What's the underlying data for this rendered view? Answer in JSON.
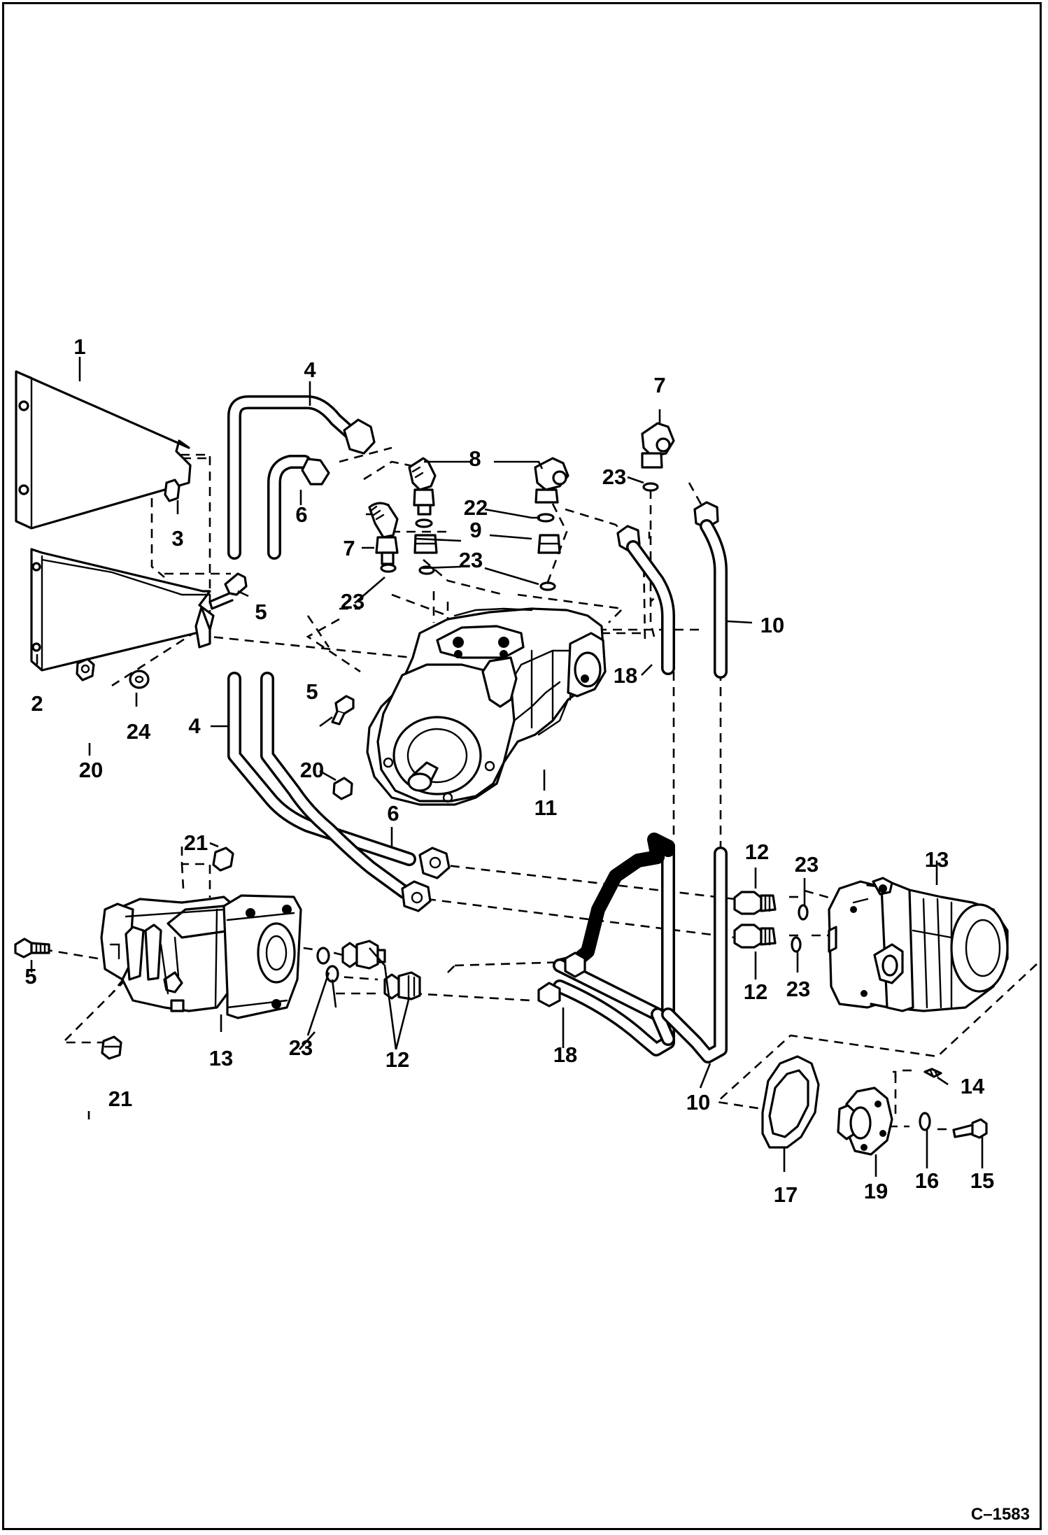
{
  "figure_code": "C–1583",
  "callouts": {
    "c1": "1",
    "c2": "2",
    "c3": "3",
    "c4a": "4",
    "c4b": "4",
    "c5a": "5",
    "c5b": "5",
    "c5c": "5",
    "c6a": "6",
    "c6b": "6",
    "c7a": "7",
    "c7b": "7",
    "c8": "8",
    "c9": "9",
    "c10a": "10",
    "c10b": "10",
    "c11": "11",
    "c12a": "12",
    "c12b": "12",
    "c12c": "12",
    "c13a": "13",
    "c13b": "13",
    "c14": "14",
    "c15": "15",
    "c16": "16",
    "c17": "17",
    "c18a": "18",
    "c18b": "18",
    "c19": "19",
    "c20a": "20",
    "c20b": "20",
    "c21a": "21",
    "c21b": "21",
    "c22": "22",
    "c23a": "23",
    "c23b": "23",
    "c23c": "23",
    "c23d": "23",
    "c23e": "23",
    "c23f": "23",
    "c24": "24"
  }
}
